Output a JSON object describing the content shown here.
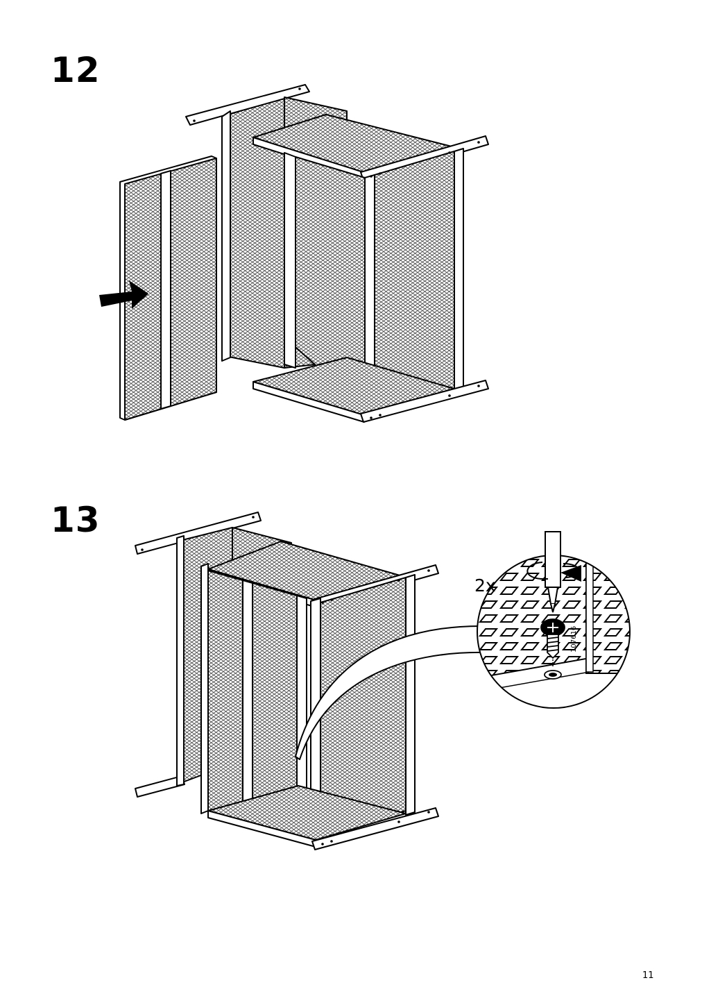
{
  "steps": [
    {
      "number": "12"
    },
    {
      "number": "13",
      "detail": {
        "quantity": "2x",
        "part_number": "107616"
      }
    }
  ],
  "page": {
    "number": "11"
  }
}
